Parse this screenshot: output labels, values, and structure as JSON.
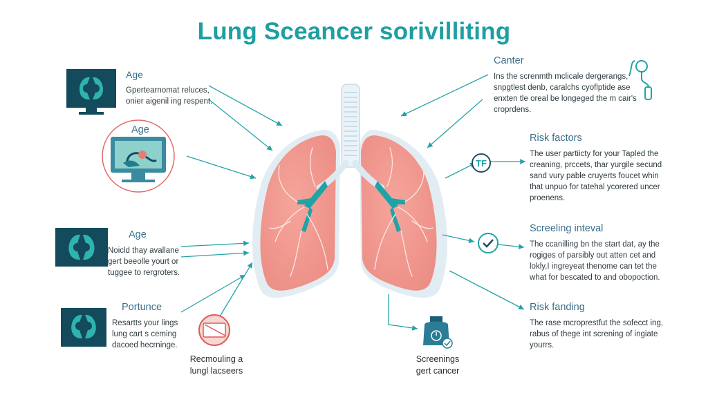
{
  "title": "Lung Sceancer sorivilliting",
  "left": [
    {
      "heading": "Age",
      "text": "Gpertearnomat reluces,\nonier aigenil ing respent."
    },
    {
      "heading": "Age",
      "text": ""
    },
    {
      "heading": "Age",
      "text": "Noicld thay avallane\ngert beeolle yourt or\ntuggee to rergroters."
    },
    {
      "heading": "Portunce",
      "text": "Resartts your lings\nlung cart s ceming\ndacoed hecrninge."
    }
  ],
  "right": [
    {
      "heading": "Canter",
      "text": "Ins the screnmth mclicale dergerangs,\nsnpgtlest denb, caralchs cyoflptide ase\nenxten tle oreal be longeged the m cair's\ncroprdens."
    },
    {
      "heading": "Risk factors",
      "text": "The user partiicty for your Tapled the\ncreaning, prccets, thar yurgile secund\nsand vury pable cruyerts foucet whin\nthat unpuo for tatehal ycorered uncer\nproenens."
    },
    {
      "heading": "Screeling inteval",
      "text": "The ccanilling bn the start dat, ay the\nrogiges of parsibly out atten cet and\nlokly,I ingreyeat thenome can tet the\nwhat for bescated to and obopoction."
    },
    {
      "heading": "Risk fanding",
      "text": "The rase mcroprestfut the sofecct ing,\nrabus of thege int screning of ingiate\nyourrs."
    }
  ],
  "bottom": [
    {
      "text": "Recmouling a\nlungl lacseers"
    },
    {
      "text": "Screenings\ngert cancer"
    }
  ],
  "icons": [
    "lung-scan-monitor-icon",
    "stethoscope-monitor-icon",
    "lung-scan-icon",
    "lung-scan-icon",
    "pulse-sensor-icon",
    "tf-circle-icon",
    "checkmark-circle-icon",
    "no-smoking-icon",
    "medication-bottle-icon"
  ],
  "colors": {
    "title": "#1e9fa3",
    "teal": "#1fa3a6",
    "lung": "#f08f86",
    "dark_icon": "#134a5c",
    "heading": "#3a6f8a"
  }
}
